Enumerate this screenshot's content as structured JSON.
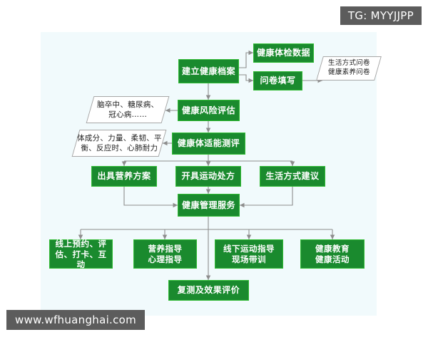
{
  "watermarks": {
    "tag": "TG: MYYJJPP",
    "url": "www.wfhuanghai.com"
  },
  "colors": {
    "node_fill": "#1a8a2e",
    "node_border": "#31bb34",
    "node_text": "#ffffff",
    "card_bg": "#f1fafc",
    "page_bg": "#ffffff",
    "connector": "#8d8d8d",
    "annotation_border": "#a7a7a7",
    "watermark_bg": "#5c5c5c"
  },
  "diagram": {
    "type": "flowchart",
    "title_text": "",
    "nodes": [
      {
        "id": "n1",
        "label": "建立健康档案",
        "shape": "process"
      },
      {
        "id": "n2",
        "label": "健康体检数据",
        "shape": "process"
      },
      {
        "id": "n3",
        "label": "问卷填写",
        "shape": "process"
      },
      {
        "id": "n4",
        "label": "健康风险评估",
        "shape": "process"
      },
      {
        "id": "n5",
        "label": "健康体适能测评",
        "shape": "process"
      },
      {
        "id": "n6",
        "label": "出具营养方案",
        "shape": "process"
      },
      {
        "id": "n7",
        "label": "开具运动处方",
        "shape": "process"
      },
      {
        "id": "n8",
        "label": "生活方式建议",
        "shape": "process"
      },
      {
        "id": "n9",
        "label": "健康管理服务",
        "shape": "process"
      },
      {
        "id": "n10",
        "label": "线上预约、评\n估、打卡、互动",
        "shape": "process"
      },
      {
        "id": "n11",
        "label": "营养指导\n心理指导",
        "shape": "process"
      },
      {
        "id": "n12",
        "label": "线下运动指导\n现场带训",
        "shape": "process"
      },
      {
        "id": "n13",
        "label": "健康教育\n健康活动",
        "shape": "process"
      },
      {
        "id": "n14",
        "label": "复测及效果评价",
        "shape": "process"
      }
    ],
    "annotations": [
      {
        "id": "a1",
        "label": "生活方式问卷\n健康素养问卷",
        "shape": "parallelogram"
      },
      {
        "id": "a2",
        "label": "脑卒中、糖尿病、\n冠心病……",
        "shape": "parallelogram"
      },
      {
        "id": "a3",
        "label": "体成分、力量、柔韧、平\n衡、反应时、心肺耐力",
        "shape": "parallelogram"
      }
    ],
    "edges": [
      {
        "from": "n1",
        "to": "n2"
      },
      {
        "from": "n1",
        "to": "n3"
      },
      {
        "from": "n3",
        "to": "a1"
      },
      {
        "from": "n1",
        "to": "n4"
      },
      {
        "from": "n4",
        "to": "a2"
      },
      {
        "from": "n4",
        "to": "n5"
      },
      {
        "from": "n5",
        "to": "a3"
      },
      {
        "from": "n5",
        "to": "n6"
      },
      {
        "from": "n5",
        "to": "n7"
      },
      {
        "from": "n5",
        "to": "n8"
      },
      {
        "from": "n6",
        "to": "n9"
      },
      {
        "from": "n7",
        "to": "n9"
      },
      {
        "from": "n8",
        "to": "n9"
      },
      {
        "from": "n9",
        "to": "n10"
      },
      {
        "from": "n9",
        "to": "n11"
      },
      {
        "from": "n9",
        "to": "n12"
      },
      {
        "from": "n9",
        "to": "n13"
      },
      {
        "from": "n9",
        "to": "n14"
      }
    ]
  }
}
